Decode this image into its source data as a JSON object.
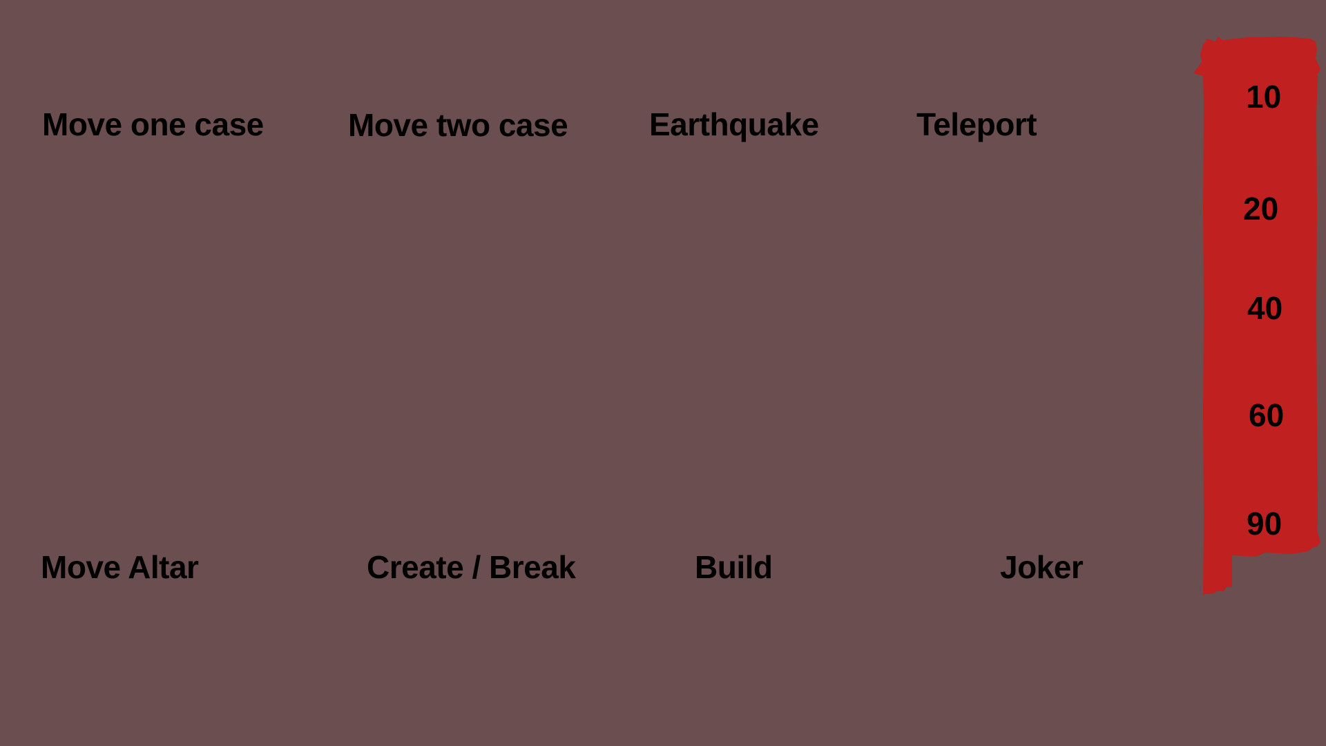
{
  "actions": {
    "top": [
      {
        "label": "Move one case"
      },
      {
        "label": "Move two case"
      },
      {
        "label": "Earthquake"
      },
      {
        "label": "Teleport"
      }
    ],
    "bottom": [
      {
        "label": "Move Altar"
      },
      {
        "label": "Create / Break"
      },
      {
        "label": "Build"
      },
      {
        "label": "Joker"
      }
    ]
  },
  "cost_scale": {
    "color": "#c0201f",
    "values": [
      "10",
      "20",
      "40",
      "60",
      "90"
    ]
  },
  "colors": {
    "background": "#6b4e4f",
    "text": "#000000"
  }
}
